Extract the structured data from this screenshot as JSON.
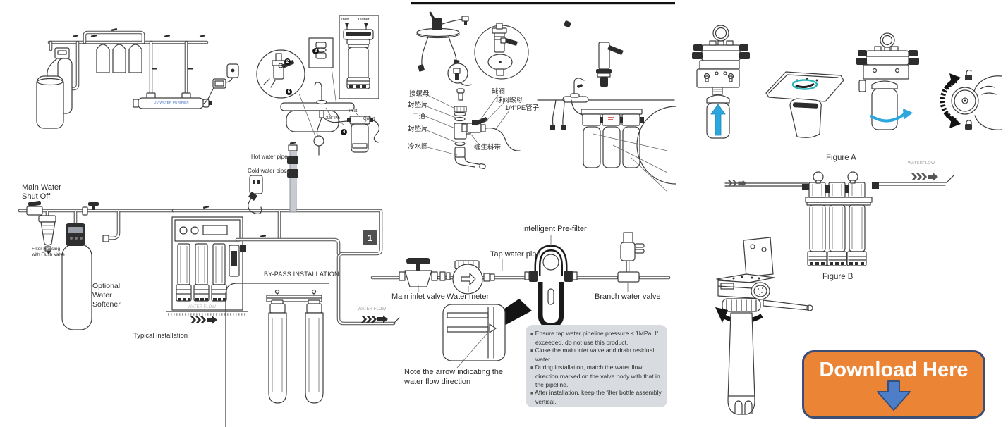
{
  "colors": {
    "accent_orange": "#EC8435",
    "button_border": "#3D4E75",
    "button_arrow_blue": "#4E7EC8",
    "highlight_cyan": "#2BA7DE",
    "highlight_teal": "#2BB3B8",
    "note_box_bg": "#D8DBDF",
    "uv_label_blue": "#4472C4"
  },
  "whole_house_diagram": {
    "uv_purifier_label": "UV WATER PURIFIER"
  },
  "undersink_diagram": {
    "inset_inlet_label": "Inlet",
    "inset_outlet_label": "Outlet",
    "step_badges": {
      "b2": "2",
      "b3": "3",
      "b4": "4",
      "b5": "5"
    },
    "tube_size_label": "3/8\" PE",
    "filter_inlet_label": "Inlet",
    "filter_outlet_label": "Outlet"
  },
  "faucet_connection_diagram": {
    "connect_nut": "接螺母",
    "gasket_upper": "封垫片",
    "tee": "三通",
    "gasket_lower": "封垫片",
    "cold_water_valve": "冷水阀",
    "ball_valve": "球阀",
    "ball_valve_nut": "球阀螺母",
    "pe_tube": "1/4\"PE管子",
    "seal_tape": "缠生料带"
  },
  "house_installation": {
    "main_water_shut_off": "Main Water\nShut Off",
    "filter_housing": "Filter Housing\nwith Flush Valve",
    "optional_water_softener": "Optional\nWater\nSoftener",
    "hot_water_pipe": "Hot water pipe",
    "cold_water_pipe": "Cold water pipe",
    "bypass_installation": "BY-PASS INSTALLATION",
    "typical_installation": "Typical installation",
    "water_flow_cabinet": "WATER FLOW",
    "water_flow_shelf": "WATER FLOW"
  },
  "prefilter_installation": {
    "step_number": "1",
    "main_inlet_valve": "Main inlet valve",
    "water_meter": "Water meter",
    "tap_water_pipe": "Tap water pipe",
    "intelligent_prefilter": "Intelligent Pre-filter",
    "branch_water_valve": "Branch water valve",
    "flow_arrow_note": "Note the arrow indicating the\nwater flow direction",
    "note_bullet": "■",
    "notes": [
      "Ensure tap water pipeline pressure ≤ 1MPa. If exceeded, do not use this product.",
      "Close the main inlet valve and drain residual water.",
      "During installation, match the water flow direction marked on the valve body with that in the pipeline.",
      "After installation, keep the filter bottle assembly vertical."
    ]
  },
  "figure_labels": {
    "figure_a": "Figure A",
    "figure_b": "Figure B",
    "waterflow": "WATERFLOW"
  },
  "download_banner": {
    "label": "Download Here"
  }
}
